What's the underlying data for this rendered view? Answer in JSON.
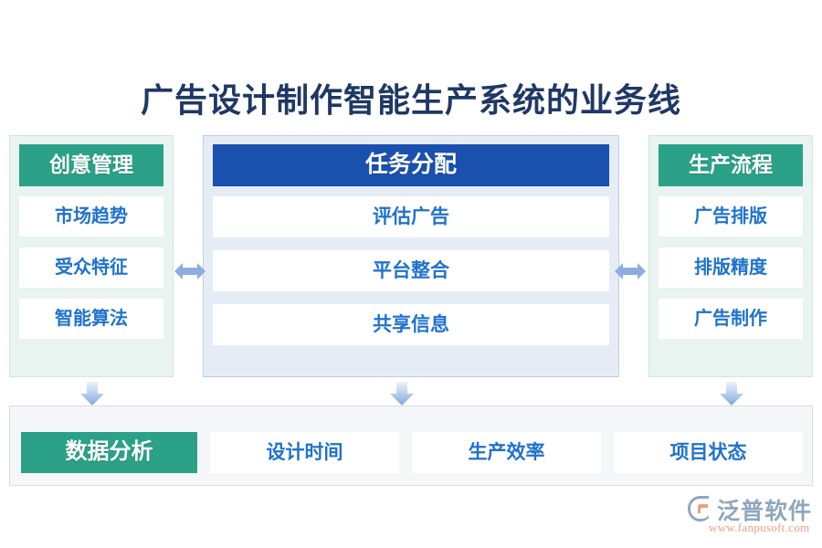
{
  "page": {
    "title": "广告设计制作智能生产系统的业务线",
    "background_color": "#ffffff"
  },
  "colors": {
    "title_text": "#1f3864",
    "teal_header": "#2ba188",
    "blue_header": "#1a50ae",
    "item_text": "#2072cd",
    "panel_green_bg": "#e9f4f0",
    "panel_blue_bg": "#e6ecf6",
    "bottom_panel_bg": "#f5f6f8",
    "arrow": "#8caede",
    "logo_text": "#8fa6bd",
    "logo_url": "#e8a088"
  },
  "columns": [
    {
      "id": "creative-management",
      "header": "创意管理",
      "header_style": "teal",
      "items": [
        "市场趋势",
        "受众特征",
        "智能算法"
      ]
    },
    {
      "id": "task-assignment",
      "header": "任务分配",
      "header_style": "blue",
      "items": [
        "评估广告",
        "平台整合",
        "共享信息"
      ]
    },
    {
      "id": "production-process",
      "header": "生产流程",
      "header_style": "teal",
      "items": [
        "广告排版",
        "排版精度",
        "广告制作"
      ]
    }
  ],
  "connectors": {
    "horizontal_left": "double-arrow-horizontal-icon",
    "horizontal_right": "double-arrow-horizontal-icon",
    "down_1": "arrow-down-icon",
    "down_2": "arrow-down-icon",
    "down_3": "arrow-down-icon"
  },
  "bottom": {
    "header": "数据分析",
    "items": [
      "设计时间",
      "生产效率",
      "项目状态"
    ]
  },
  "logo": {
    "name": "泛普软件",
    "url": "www.fanpusoft.com",
    "mark": "fanpu-logo-icon"
  }
}
